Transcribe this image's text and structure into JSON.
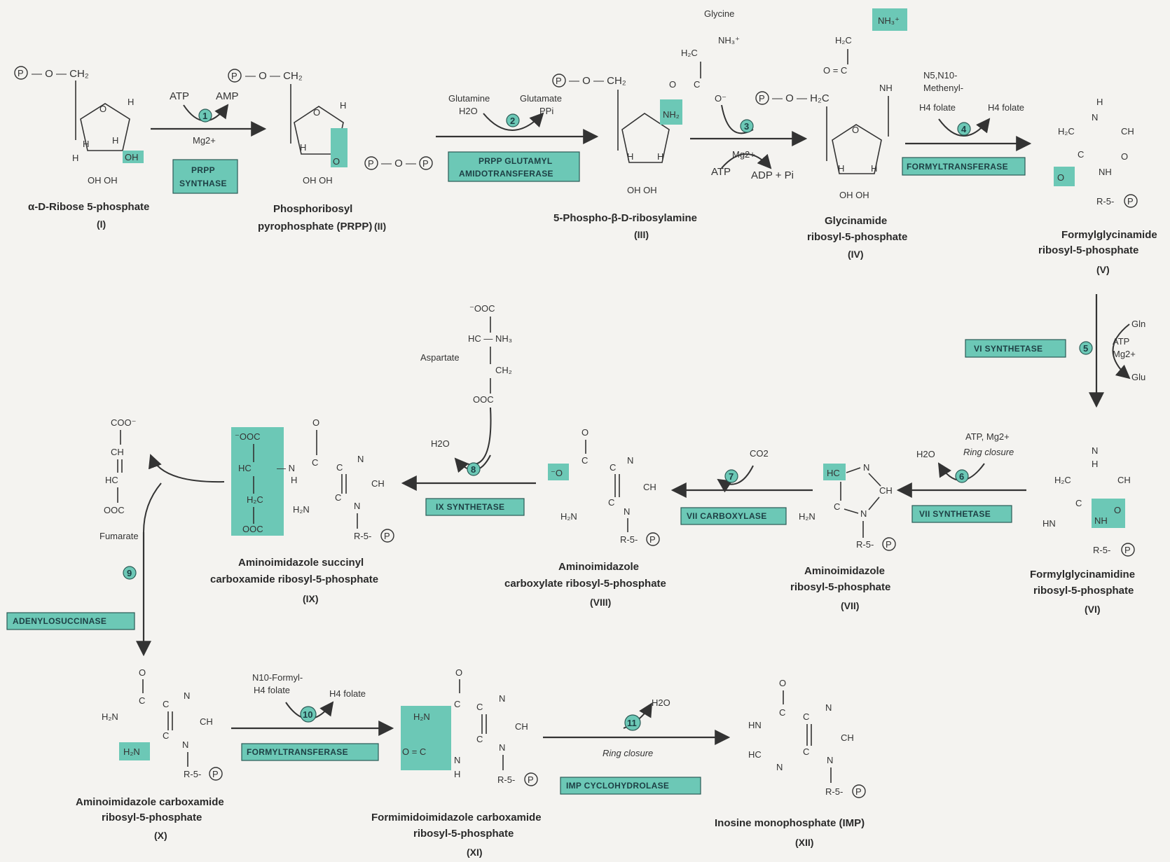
{
  "compounds": {
    "c1": {
      "name": "α-D-Ribose 5-phosphate",
      "numeral": "(I)"
    },
    "c2": {
      "name_line1": "Phosphoribosyl",
      "name_line2": "pyrophosphate (PRPP)",
      "numeral": "(II)"
    },
    "c3": {
      "name": "5-Phospho-β-D-ribosylamine",
      "numeral": "(III)"
    },
    "c4": {
      "name_line1": "Glycinamide",
      "name_line2": "ribosyl-5-phosphate",
      "numeral": "(IV)"
    },
    "c5": {
      "name_line1": "Formylglycinamide",
      "name_line2": "ribosyl-5-phosphate",
      "numeral": "(V)"
    },
    "c6": {
      "name_line1": "Formylglycinamidine",
      "name_line2": "ribosyl-5-phosphate",
      "numeral": "(VI)"
    },
    "c7": {
      "name_line1": "Aminoimidazole",
      "name_line2": "ribosyl-5-phosphate",
      "numeral": "(VII)"
    },
    "c8": {
      "name_line1": "Aminoimidazole",
      "name_line2": "carboxylate ribosyl-5-phosphate",
      "numeral": "(VIII)"
    },
    "c9": {
      "name_line1": "Aminoimidazole succinyl",
      "name_line2": "carboxamide ribosyl-5-phosphate",
      "numeral": "(IX)"
    },
    "c10": {
      "name_line1": "Aminoimidazole carboxamide",
      "name_line2": "ribosyl-5-phosphate",
      "numeral": "(X)"
    },
    "c11": {
      "name_line1": "Formimidoimidazole carboxamide",
      "name_line2": "ribosyl-5-phosphate",
      "numeral": "(XI)"
    },
    "c12": {
      "name": "Inosine monophosphate (IMP)",
      "numeral": "(XII)"
    }
  },
  "steps": [
    {
      "num": "1",
      "enzyme_line1": "PRPP",
      "enzyme_line2": "SYNTHASE",
      "in": "ATP",
      "out": "AMP",
      "below": "Mg2+"
    },
    {
      "num": "2",
      "enzyme_line1": "PRPP GLUTAMYL",
      "enzyme_line2": "AMIDOTRANSFERASE",
      "in_line1": "Glutamine",
      "in_line2": "H2O",
      "out_line1": "Glutamate",
      "out_line2": "PPi"
    },
    {
      "num": "3",
      "enzyme": "",
      "in_top": "Glycine",
      "below_left": "ATP",
      "below_right": "ADP + Pi",
      "below": "Mg2+"
    },
    {
      "num": "4",
      "enzyme": "FORMYLTRANSFERASE",
      "in_line1": "N5,N10-",
      "in_line2": "Methenyl-",
      "in_line3": "H4 folate",
      "out": "H4 folate"
    },
    {
      "num": "5",
      "enzyme": "VI SYNTHETASE",
      "in": "Gln",
      "cofactor_line1": "ATP",
      "cofactor_line2": "Mg2+",
      "out": "Glu"
    },
    {
      "num": "6",
      "enzyme": "VII SYNTHETASE",
      "top": "ATP, Mg2+",
      "note": "Ring closure",
      "out": "H2O"
    },
    {
      "num": "7",
      "enzyme": "VII CARBOXYLASE",
      "in": "CO2"
    },
    {
      "num": "8",
      "enzyme": "IX SYNTHETASE",
      "in_label": "Aspartate",
      "out": "H2O"
    },
    {
      "num": "9",
      "enzyme": "ADENYLOSUCCINASE",
      "out": "Fumarate"
    },
    {
      "num": "10",
      "enzyme": "FORMYLTRANSFERASE",
      "in_line1": "N10-Formyl-",
      "in_line2": "H4 folate",
      "out": "H4 folate"
    },
    {
      "num": "11",
      "enzyme": "IMP CYCLOHYDROLASE",
      "out": "H2O",
      "note": "Ring closure"
    }
  ],
  "colors": {
    "highlight": "#6cc8b6",
    "background": "#f4f3f0",
    "ink": "#333333"
  }
}
